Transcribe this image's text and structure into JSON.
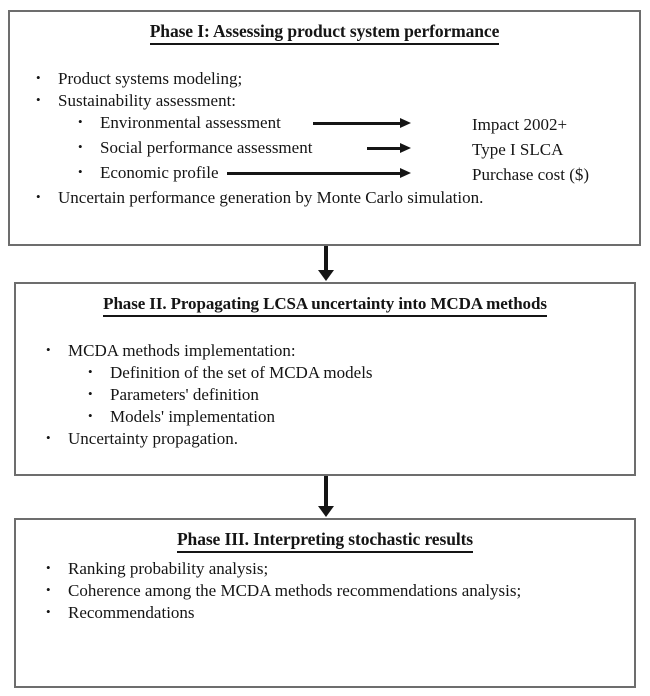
{
  "diagram": {
    "title": "LCSA-MCDA three phase methodology flowchart",
    "accent_color": "#151515",
    "box_border_color": "#6d6d6d",
    "phases": [
      {
        "id": "phase-1",
        "title": "Phase I: Assessing product system performance",
        "bullets": [
          "Product systems modeling;",
          "Sustainability assessment:"
        ],
        "assessments": [
          {
            "label": "Environmental assessment",
            "arrow": "long",
            "target": "Impact 2002+"
          },
          {
            "label": "Social performance assessment",
            "arrow": "short",
            "target": "Type I SLCA"
          },
          {
            "label": "Economic profile",
            "arrow": "extra-long",
            "target": "Purchase cost ($)"
          }
        ],
        "closing_bullet": "Uncertain performance generation by Monte Carlo simulation."
      },
      {
        "id": "phase-2",
        "title": "Phase II. Propagating LCSA uncertainty into MCDA methods",
        "bullets": [
          "MCDA methods implementation:"
        ],
        "sub_bullets": [
          "Definition of the set of MCDA models",
          "Parameters' definition",
          "Models' implementation"
        ],
        "closing_bullet": "Uncertainty propagation."
      },
      {
        "id": "phase-3",
        "title": "Phase III. Interpreting stochastic results",
        "bullets": [
          "Ranking probability analysis;",
          "Coherence among the MCDA methods recommendations analysis;",
          "Recommendations"
        ]
      }
    ],
    "connectors": [
      {
        "from": "phase-1",
        "to": "phase-2",
        "icon": "down-arrow-icon"
      },
      {
        "from": "phase-2",
        "to": "phase-3",
        "icon": "down-arrow-icon"
      }
    ]
  }
}
